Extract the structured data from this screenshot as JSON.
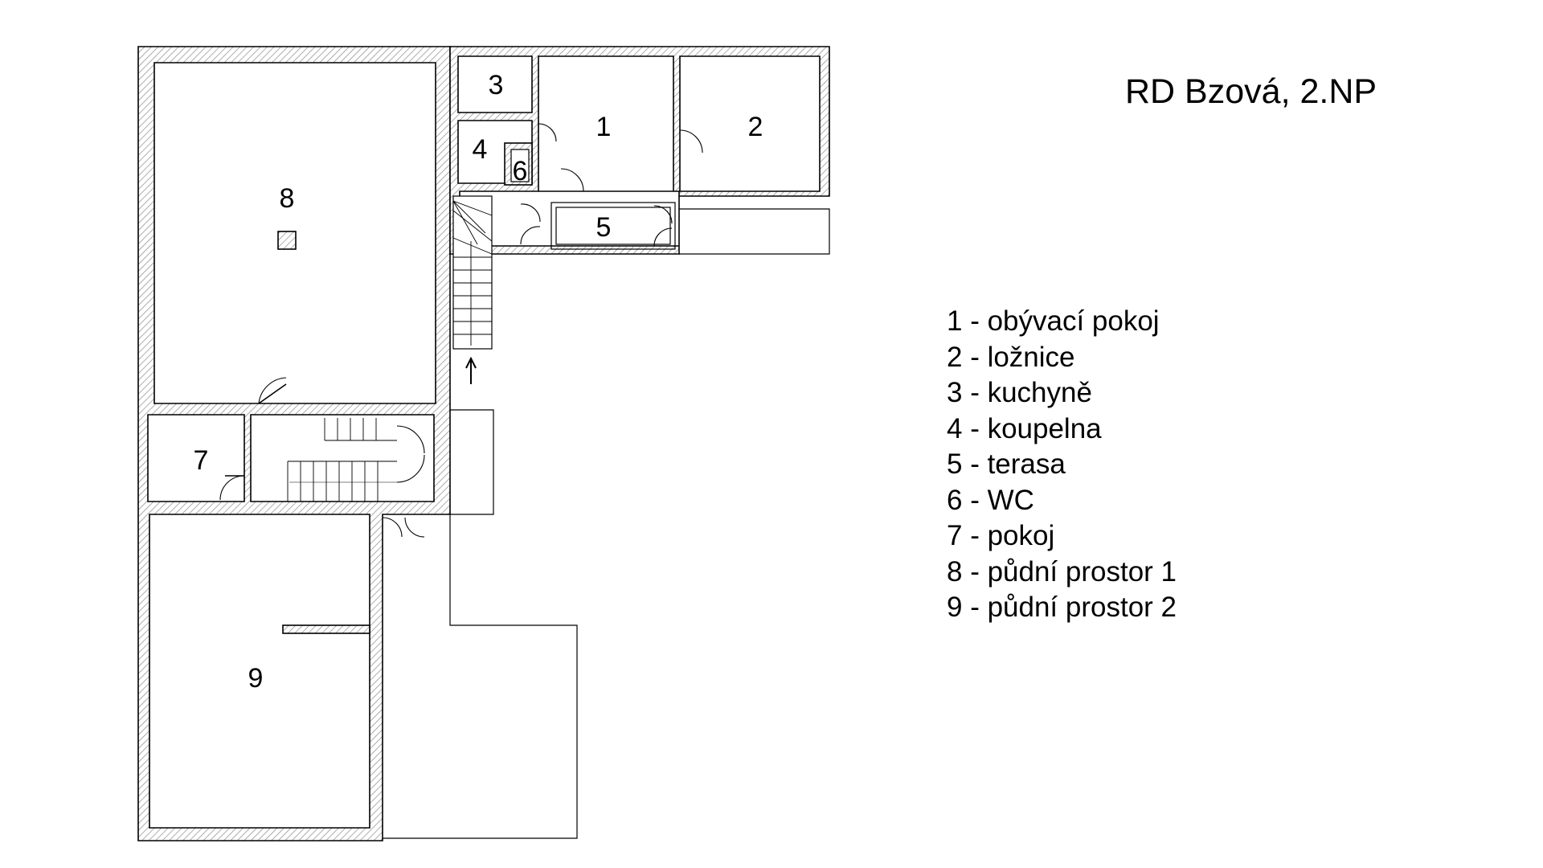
{
  "title": "RD Bzová, 2.NP",
  "rooms": [
    {
      "number": "1",
      "name": "obývací pokoj"
    },
    {
      "number": "2",
      "name": "ložnice"
    },
    {
      "number": "3",
      "name": "kuchyně"
    },
    {
      "number": "4",
      "name": "koupelna"
    },
    {
      "number": "5",
      "name": "terasa"
    },
    {
      "number": "6",
      "name": "WC"
    },
    {
      "number": "7",
      "name": "pokoj"
    },
    {
      "number": "8",
      "name": "půdní prostor 1"
    },
    {
      "number": "9",
      "name": "půdní prostor 2"
    }
  ],
  "legend": [
    "1 - obývací pokoj",
    "2 - ložnice",
    "3 - kuchyně",
    "4 - koupelna",
    "5 - terasa",
    "6 - WC",
    "7 - pokoj",
    "8 - půdní prostor 1",
    "9 - půdní prostor 2"
  ],
  "colors": {
    "line": "#000000",
    "background": "#ffffff",
    "hatch": "#8a8a8a"
  }
}
